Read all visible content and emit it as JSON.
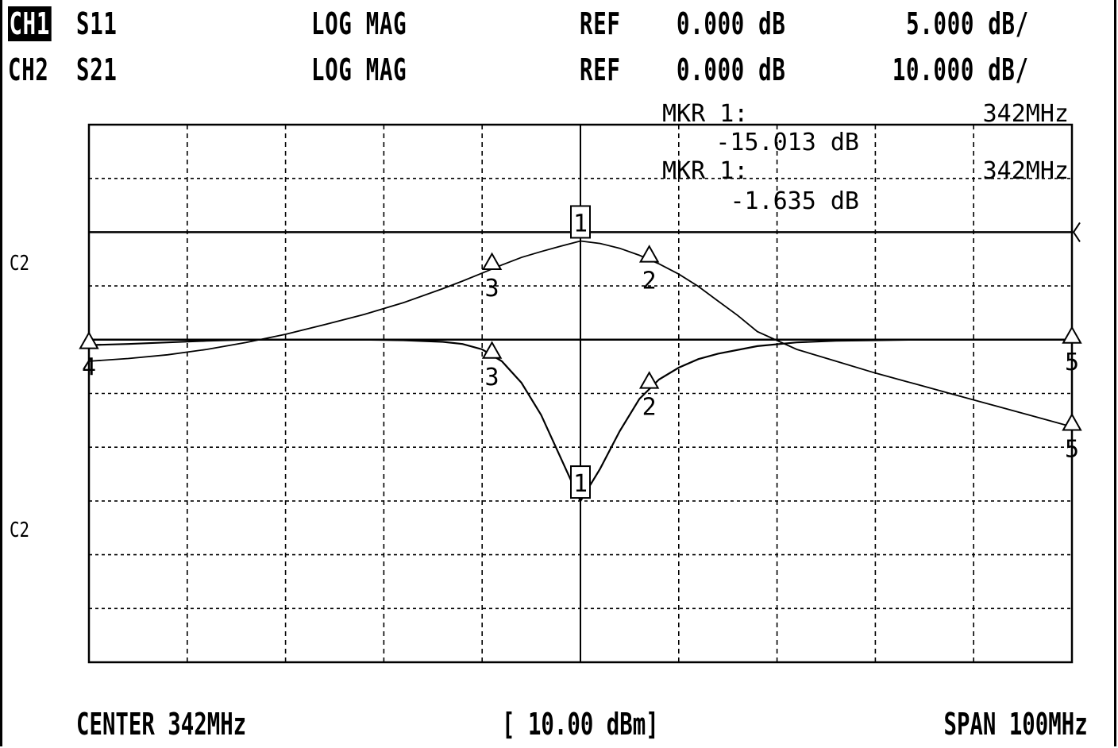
{
  "header": {
    "ch1": {
      "label": "CH1",
      "param": "S11",
      "format": "LOG MAG",
      "ref_label": "REF",
      "ref_value": "0.000 dB",
      "scale": "5.000 dB/"
    },
    "ch2": {
      "label": "CH2",
      "param": "S21",
      "format": "LOG MAG",
      "ref_label": "REF",
      "ref_value": "0.000 dB",
      "scale": "10.000 dB/"
    }
  },
  "markers_readout": [
    {
      "label": "MKR  1:",
      "freq": "342MHz",
      "value": "-15.013 dB"
    },
    {
      "label": "MKR  1:",
      "freq": "342MHz",
      "value": "-1.635 dB"
    }
  ],
  "side_labels": [
    "C2",
    "C2"
  ],
  "footer": {
    "center": "CENTER 342MHz",
    "power": "[ 10.00 dBm]",
    "span": "SPAN 100MHz"
  },
  "chart_data": {
    "type": "line",
    "x_range": [
      292,
      392
    ],
    "x_unit": "MHz",
    "grid": true,
    "series": [
      {
        "name": "S11",
        "ref_div": 4,
        "x": [
          292,
          296,
          300,
          304,
          308,
          312,
          316,
          320,
          324,
          328,
          330,
          332,
          334,
          336,
          338,
          340,
          342,
          344,
          346,
          348,
          350,
          352,
          354,
          356,
          360,
          364,
          368,
          372,
          376,
          380,
          384,
          392
        ],
        "y": [
          -0.5,
          -0.4,
          -0.25,
          -0.1,
          0,
          0,
          0,
          0,
          -0.05,
          -0.2,
          -0.4,
          -0.9,
          -2,
          -4,
          -7,
          -11,
          -15.013,
          -12,
          -8.5,
          -5.5,
          -3.7,
          -2.6,
          -1.8,
          -1.3,
          -0.6,
          -0.25,
          -0.1,
          -0.05,
          0,
          0,
          0,
          0
        ]
      },
      {
        "name": "S21",
        "ref_div": 2,
        "x": [
          292,
          296,
          300,
          304,
          308,
          312,
          316,
          320,
          324,
          328,
          330,
          332,
          334,
          336,
          338,
          340,
          342,
          344,
          346,
          348,
          350,
          352,
          354,
          356,
          358,
          360,
          364,
          368,
          372,
          376,
          380,
          384,
          388,
          392
        ],
        "y": [
          -24,
          -23.5,
          -22.8,
          -21.8,
          -20.5,
          -19,
          -17.2,
          -15.3,
          -13.1,
          -10.5,
          -9.1,
          -7.6,
          -6.1,
          -4.7,
          -3.6,
          -2.6,
          -1.635,
          -2.1,
          -3.0,
          -4.3,
          -5.9,
          -7.8,
          -10.1,
          -12.8,
          -15.5,
          -18.5,
          -21.8,
          -24,
          -26.2,
          -28.2,
          -30.2,
          -32.2,
          -34.2,
          -36.2
        ]
      }
    ],
    "markers": [
      {
        "series": "S11",
        "id": "1",
        "type": "box",
        "x": 342,
        "y": -15.013
      },
      {
        "series": "S11",
        "id": "2",
        "type": "triangle",
        "x": 349,
        "y": -4.2
      },
      {
        "series": "S11",
        "id": "3",
        "type": "triangle",
        "x": 333,
        "y": -1.4
      },
      {
        "series": "S11",
        "id": "4",
        "type": "triangle",
        "x": 292,
        "y": -0.5
      },
      {
        "series": "S11",
        "id": "5",
        "type": "triangle",
        "x": 392,
        "y": 0
      },
      {
        "series": "S21",
        "id": "1",
        "type": "box",
        "x": 342,
        "y": -1.635
      },
      {
        "series": "S21",
        "id": "2",
        "type": "triangle",
        "x": 349,
        "y": -4.9
      },
      {
        "series": "S21",
        "id": "3",
        "type": "triangle",
        "x": 333,
        "y": -6.3
      },
      {
        "series": "S21",
        "id": "5",
        "type": "triangle",
        "x": 392,
        "y": -36.2
      }
    ]
  }
}
